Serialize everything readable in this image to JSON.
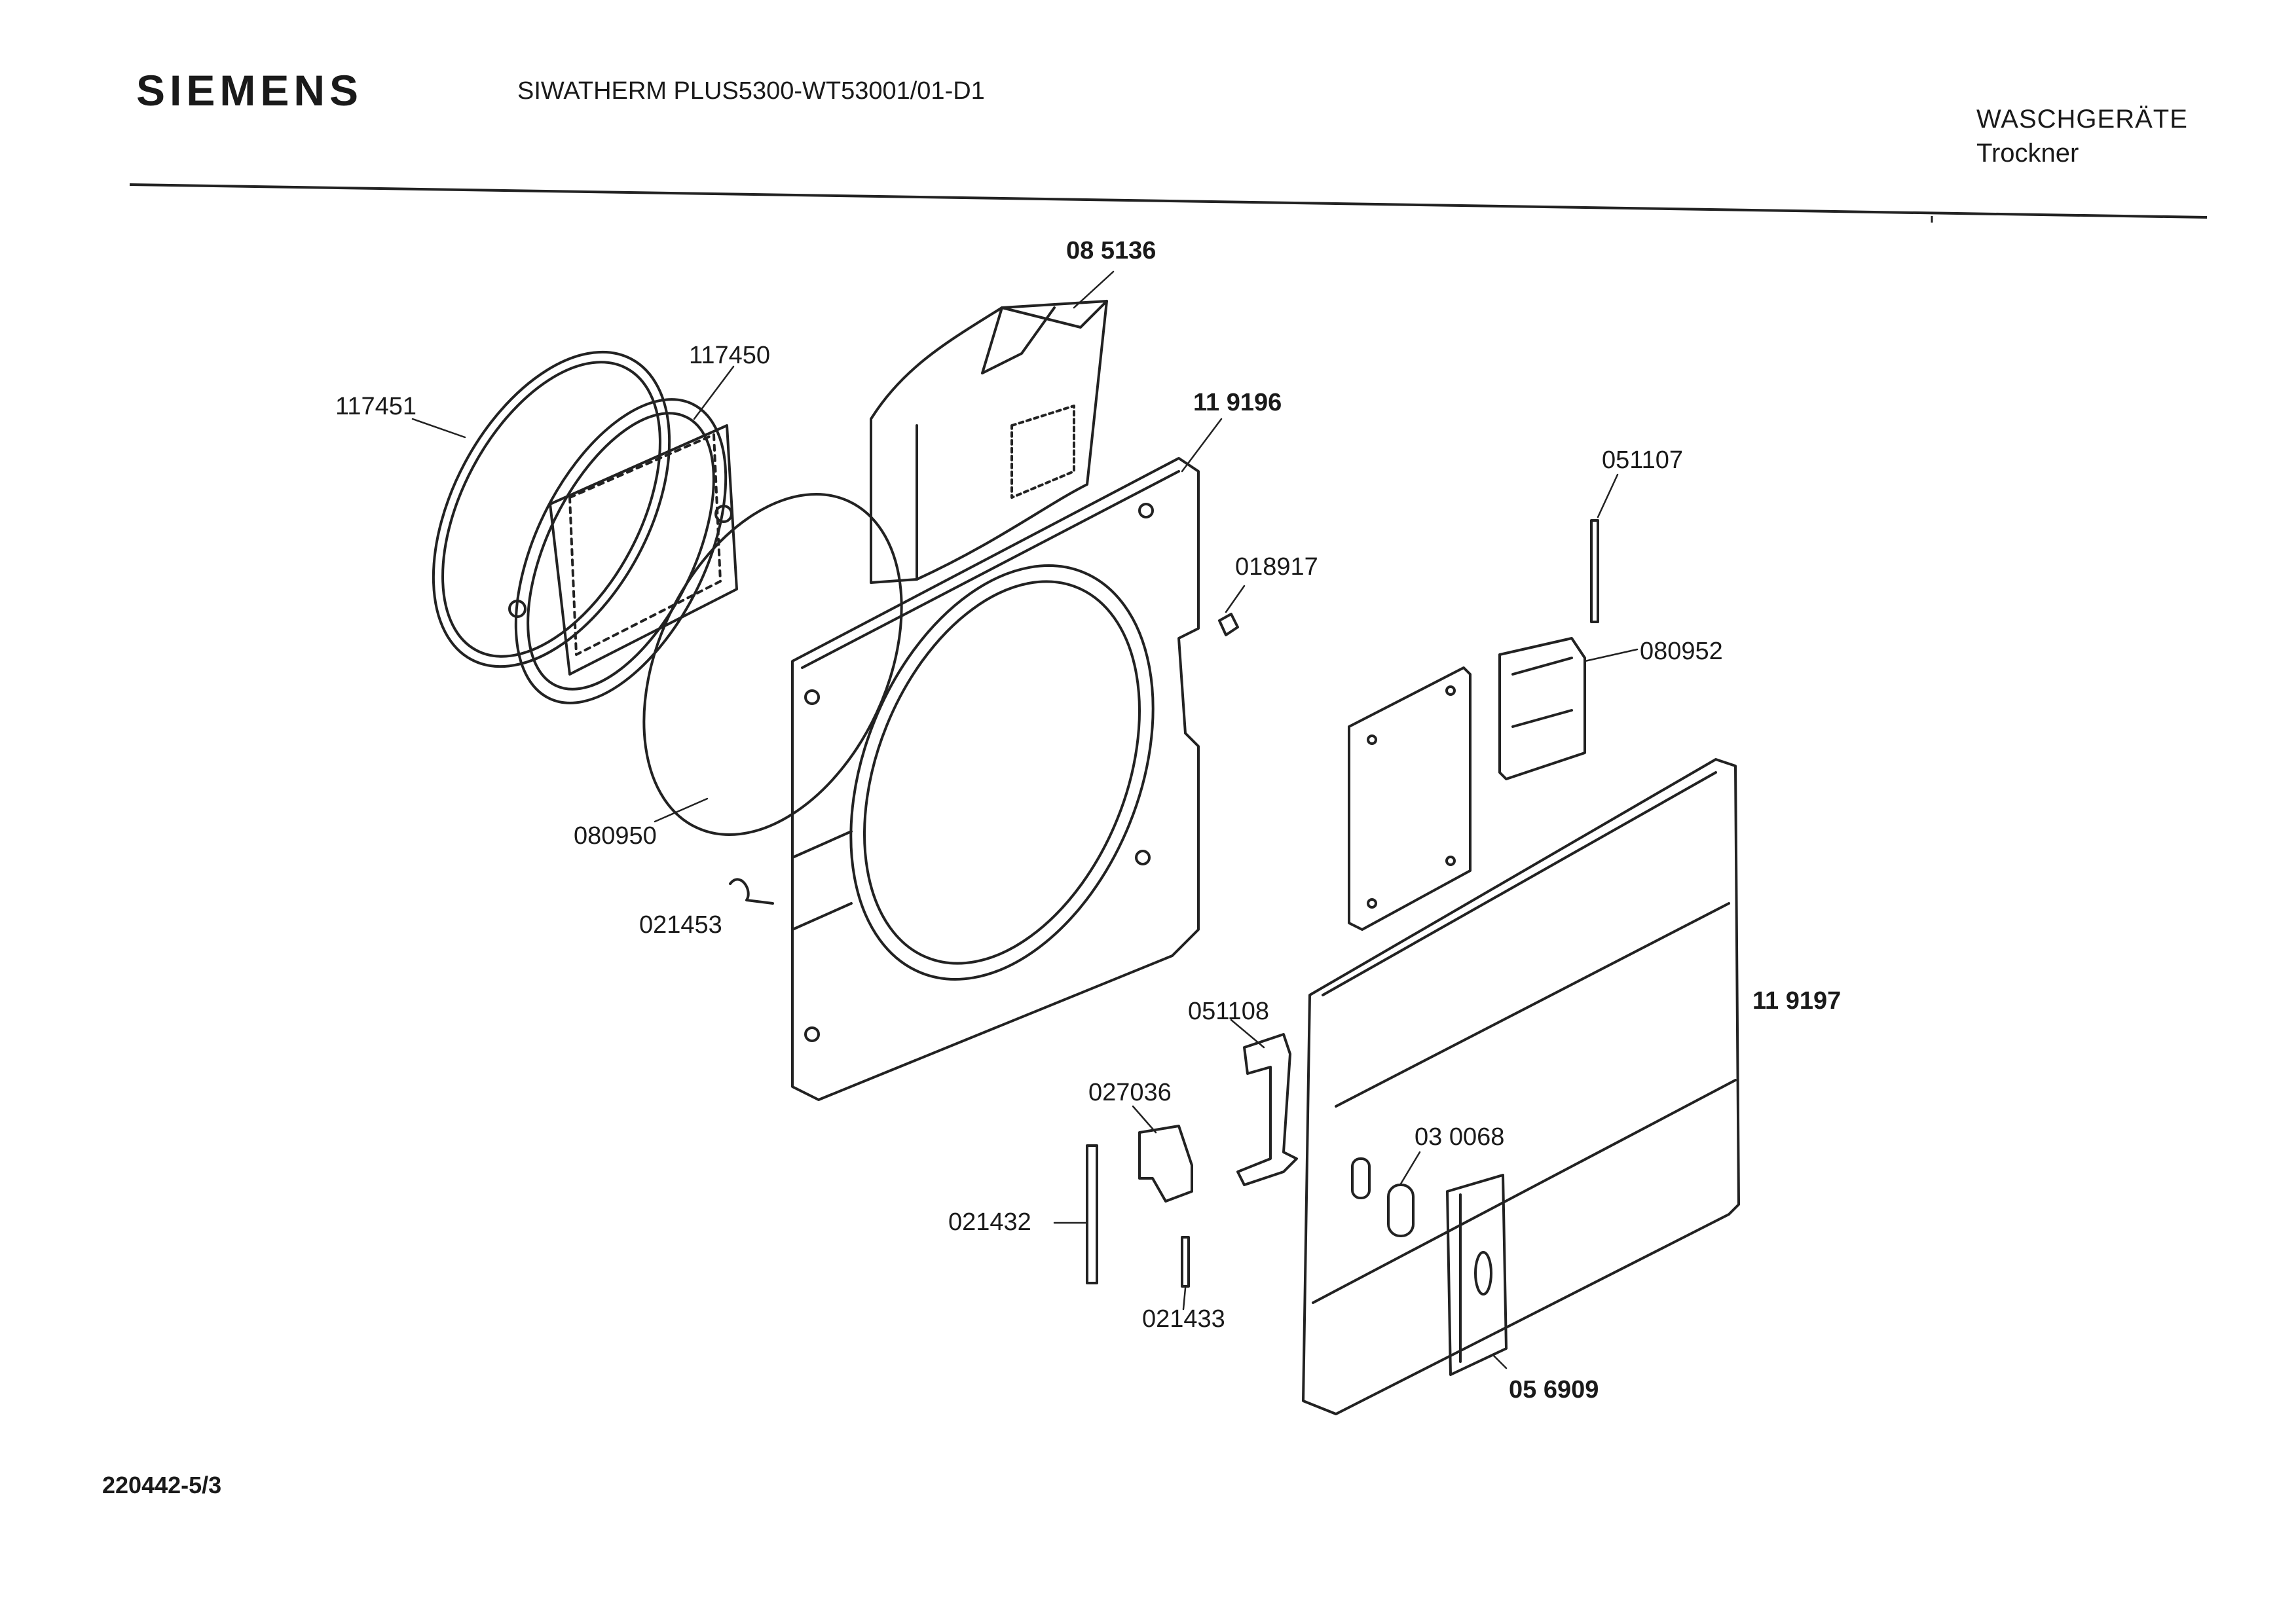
{
  "header": {
    "brand": "SIEMENS",
    "model": "SIWATHERM PLUS5300-WT53001/01-D1",
    "category": "WASCHGERÄTE",
    "subcategory": "Trockner"
  },
  "footer": {
    "document_number": "220442-5/3"
  },
  "parts": [
    {
      "number": "08 5136"
    },
    {
      "number": "117450"
    },
    {
      "number": "117451"
    },
    {
      "number": "11 9196"
    },
    {
      "number": "051107"
    },
    {
      "number": "018917"
    },
    {
      "number": "080952"
    },
    {
      "number": "080950"
    },
    {
      "number": "021453"
    },
    {
      "number": "11 9197"
    },
    {
      "number": "051108"
    },
    {
      "number": "027036"
    },
    {
      "number": "03 0068"
    },
    {
      "number": "021432"
    },
    {
      "number": "021433"
    },
    {
      "number": "05 6909"
    }
  ]
}
